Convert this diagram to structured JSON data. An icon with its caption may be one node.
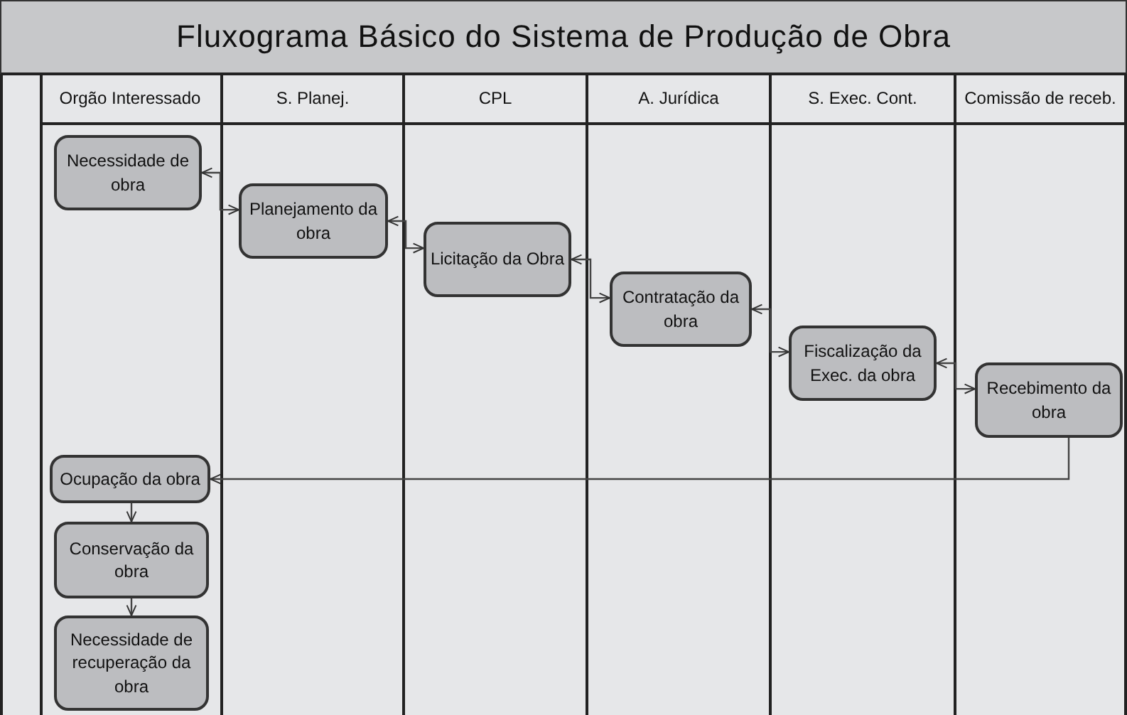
{
  "diagram": {
    "title": "Fluxograma Básico do Sistema de Produção de Obra",
    "nodes": [
      {
        "text": [
          "Orgão Interessado"
        ]
      },
      {
        "text": [
          "S. Planej."
        ]
      },
      {
        "text": [
          "CPL"
        ]
      },
      {
        "text": [
          "A. Jurídica"
        ]
      },
      {
        "text": [
          "S. Exec. Cont."
        ]
      },
      {
        "text": [
          "Comissão de receb."
        ]
      },
      {
        "text": [
          "Necessidade de obra"
        ],
        "in": 0
      },
      {
        "text": [
          "Planejamento da obra"
        ],
        "in": 1
      },
      {
        "text": [
          "Licitação da Obra"
        ],
        "in": 2
      },
      {
        "text": [
          "Contratação da obra"
        ],
        "in": 3
      },
      {
        "text": [
          "Fiscalização da Exec. da obra"
        ],
        "in": 4
      },
      {
        "text": [
          "Recebimento da obra"
        ],
        "in": 5
      },
      {
        "text": [
          "Ocupação da obra"
        ],
        "in": 0
      },
      {
        "text": [
          "Conservação da obra"
        ],
        "in": 0
      },
      {
        "text": [
          "Necessidade de recuperação da obra"
        ],
        "in": 0
      }
    ],
    "edges": [
      {
        "from": 6,
        "to": 7,
        "arrow": "both"
      },
      {
        "from": 7,
        "to": 8,
        "arrow": "both"
      },
      {
        "from": 8,
        "to": 9,
        "arrow": "both"
      },
      {
        "from": 9,
        "to": 10,
        "arrow": "both"
      },
      {
        "from": 10,
        "to": 11,
        "arrow": "both"
      },
      {
        "from": 11,
        "to": 12,
        "arrow": "to"
      },
      {
        "from": 12,
        "to": 13,
        "arrow": "to"
      },
      {
        "from": 13,
        "to": 14,
        "arrow": "to"
      }
    ]
  }
}
